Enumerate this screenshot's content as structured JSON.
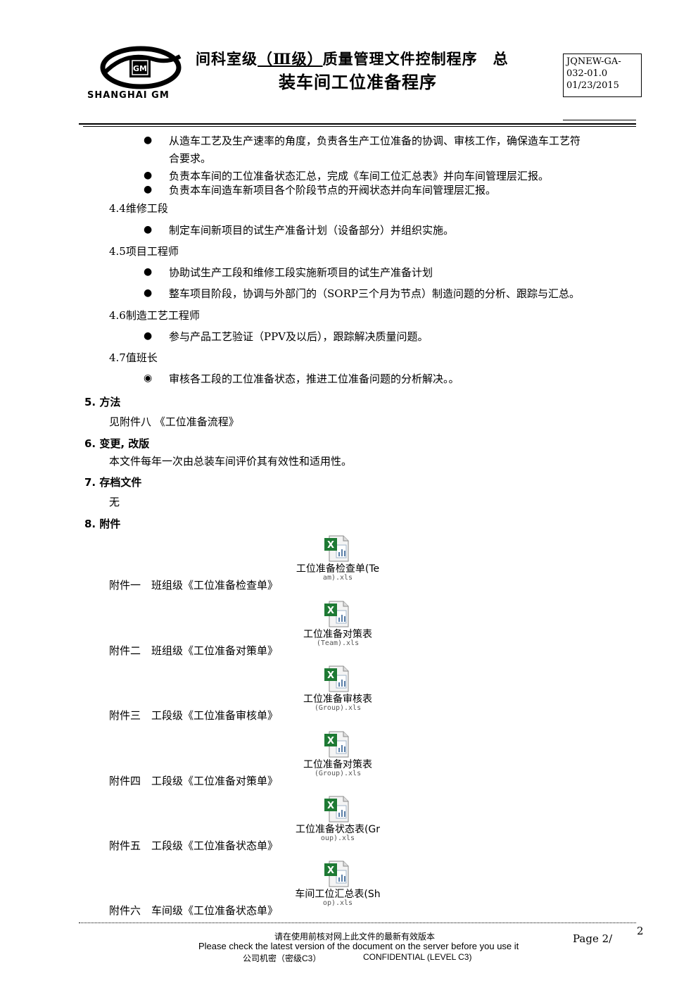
{
  "header": {
    "logo_text": "SHANGHAI GM",
    "title_line1_a": "间科室级",
    "title_line1_u": "（Ⅲ级）",
    "title_line1_b": "质量管理文件控制程序　总",
    "title_line2": "装车间工位准备程序",
    "doc_code_1": "JQNEW-GA-",
    "doc_code_2": "032-01.0",
    "doc_date": "01/23/2015"
  },
  "content": {
    "b1_l1": "从造车工艺及生产速率的角度，负责各生产工位准备的协调、审核工作，确保造车工艺符",
    "b1_l2": "合要求。",
    "b2": "负责本车间的工位准备状态汇总，完成《车间工位汇总表》并向车间管理层汇报。",
    "b3": "负责本车间造车新项目各个阶段节点的开阀状态并向车间管理层汇报。",
    "s44": "4.4维修工段",
    "b44": "制定车间新项目的试生产准备计划（设备部分）并组织实施。",
    "s45": "4.5项目工程师",
    "b45a": "协助试生产工段和维修工段实施新项目的试生产准备计划",
    "b45b": "整车项目阶段，协调与外部门的（SORP三个月为节点）制造问题的分析、跟踪与汇总。",
    "s46": "4.6制造工艺工程师",
    "b46": "参与产品工艺验证（PPV及以后），跟踪解决质量问题。",
    "s47": "4.7值班长",
    "b47": "审核各工段的工位准备状态，推进工位准备问题的分析解决。。",
    "s5": "5. 方法",
    "t5": "见附件八 《工位准备流程》",
    "s6": "6. 变更, 改版",
    "t6": "本文件每年一次由总装车间评价其有效性和适用性。",
    "s7": "7. 存档文件",
    "t7": "无",
    "s8": "8. 附件"
  },
  "attachments": [
    {
      "label": "附件一　班组级《工位准备检查单》",
      "file1": "工位准备检查单(Te",
      "file2": "am).xls"
    },
    {
      "label": "附件二　班组级《工位准备对策单》",
      "file1": "工位准备对策表",
      "file2": "(Team).xls"
    },
    {
      "label": "附件三　工段级《工位准备审核单》",
      "file1": "工位准备审核表",
      "file2": "(Group).xls"
    },
    {
      "label": "附件四　工段级《工位准备对策单》",
      "file1": "工位准备对策表",
      "file2": "(Group).xls"
    },
    {
      "label": "附件五　工段级《工位准备状态单》",
      "file1": "工位准备状态表(Gr",
      "file2": "oup).xls"
    },
    {
      "label": "附件六　车间级《工位准备状态单》",
      "file1": "车间工位汇总表(Sh",
      "file2": "op).xls"
    }
  ],
  "footer": {
    "cn_notice": "请在使用前核对网上此文件的最新有效版本",
    "en_notice": "Please check the latest version of the document on the server before you use it",
    "cn_conf": "公司机密（密级C3）",
    "en_conf": "CONFIDENTIAL (LEVEL C3)",
    "page_label": "Page 2/",
    "page_total": "2"
  },
  "colors": {
    "excel_green": "#1e7a34",
    "text": "#000000"
  }
}
